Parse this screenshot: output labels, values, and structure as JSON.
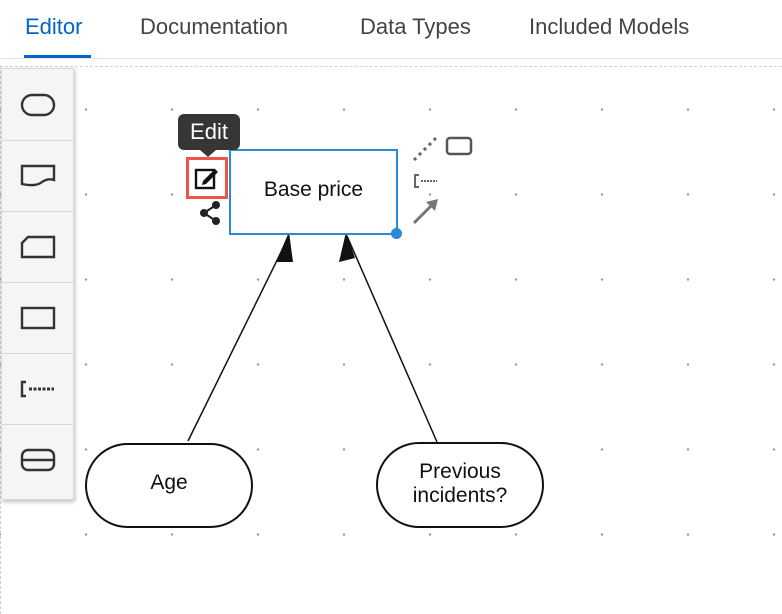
{
  "tabs": [
    {
      "label": "Editor",
      "active": true
    },
    {
      "label": "Documentation",
      "active": false
    },
    {
      "label": "Data Types",
      "active": false
    },
    {
      "label": "Included Models",
      "active": false
    }
  ],
  "palette": {
    "items": [
      {
        "icon": "start-node-icon"
      },
      {
        "icon": "input-data-icon"
      },
      {
        "icon": "knowledge-source-icon"
      },
      {
        "icon": "decision-icon"
      },
      {
        "icon": "text-annotation-icon"
      },
      {
        "icon": "bkm-icon"
      }
    ]
  },
  "diagram": {
    "decision": {
      "label": "Base price"
    },
    "inputs": [
      {
        "label": "Age"
      },
      {
        "label_line1": "Previous",
        "label_line2": "incidents?"
      }
    ],
    "tooltip": "Edit"
  },
  "colors": {
    "accent": "#0066cc",
    "selection": "#2a8ad4",
    "highlight": "#e8574a",
    "tooltip_bg": "#363636"
  }
}
